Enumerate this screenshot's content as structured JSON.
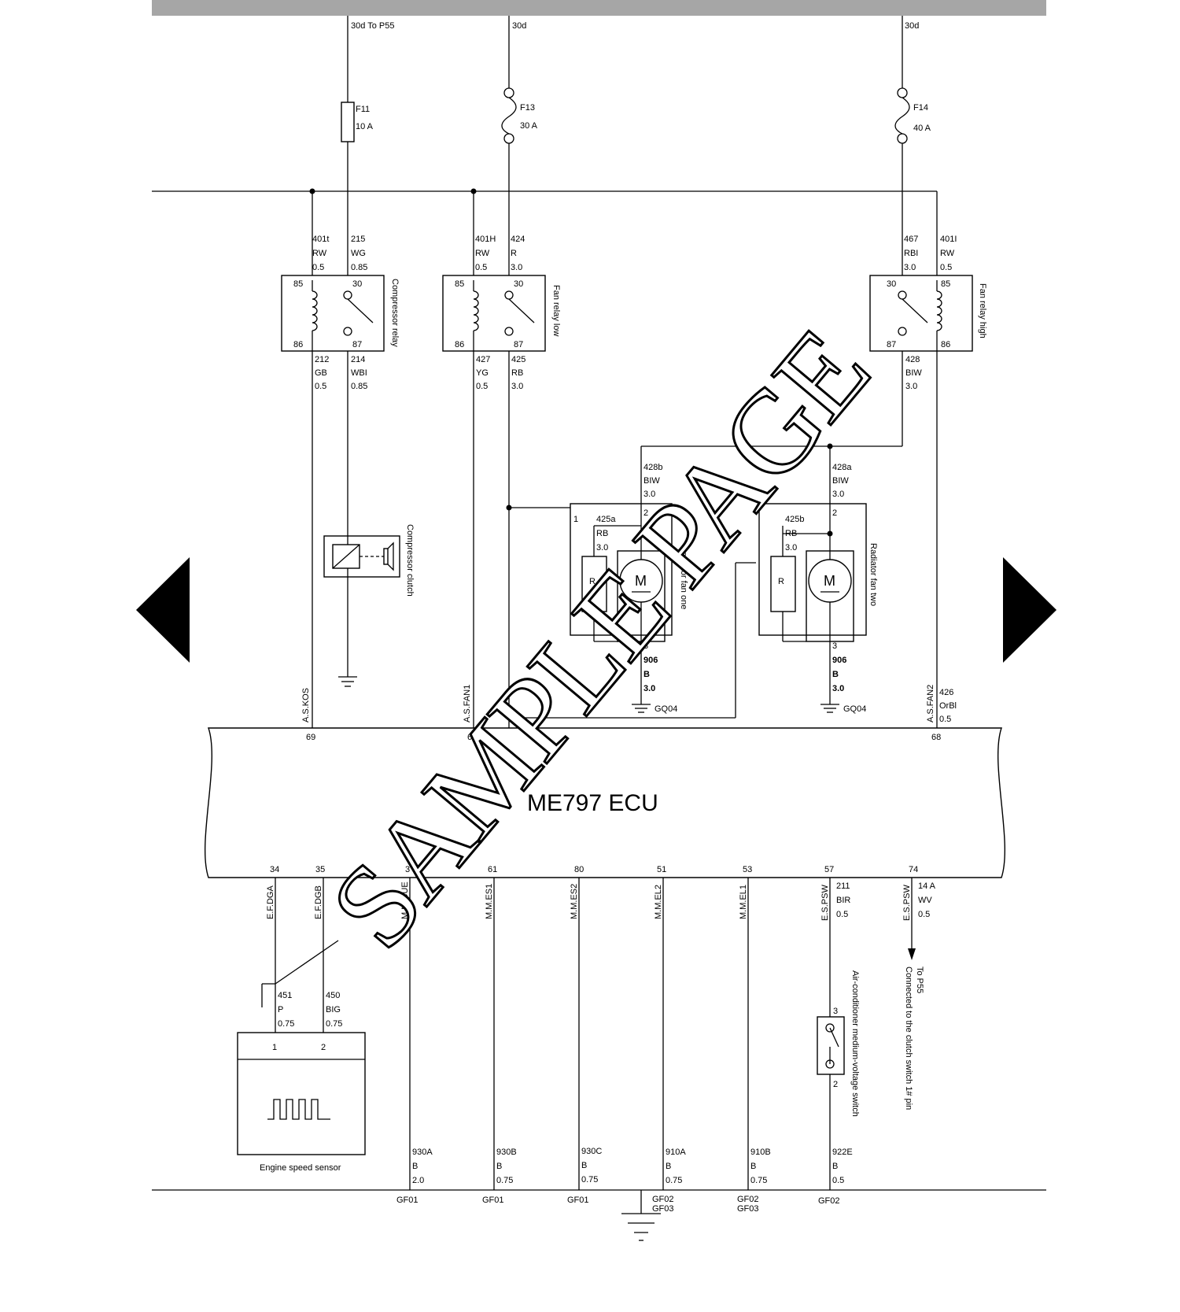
{
  "supply": {
    "feed_1": "30d To P55",
    "feed_2": "30d",
    "feed_3": "30d"
  },
  "fuses": [
    {
      "id": "F11",
      "rating": "10 A"
    },
    {
      "id": "F13",
      "rating": "30 A"
    },
    {
      "id": "F14",
      "rating": "40 A"
    }
  ],
  "relays": [
    {
      "name": "Compressor relay",
      "pin_a": "85",
      "pin_b": "30",
      "pin_c": "86",
      "pin_d": "87"
    },
    {
      "name": "Fan relay low",
      "pin_a": "85",
      "pin_b": "30",
      "pin_c": "86",
      "pin_d": "87"
    },
    {
      "name": "Fan relay high",
      "pin_a": "30",
      "pin_b": "85",
      "pin_c": "87",
      "pin_d": "86"
    }
  ],
  "wire_labels": {
    "w401t": [
      "401t",
      "RW",
      "0.5"
    ],
    "w215": [
      "215",
      "WG",
      "0.85"
    ],
    "w401h": [
      "401H",
      "RW",
      "0.5"
    ],
    "w424": [
      "424",
      "R",
      "3.0"
    ],
    "w467": [
      "467",
      "RBI",
      "3.0"
    ],
    "w401i": [
      "401I",
      "RW",
      "0.5"
    ],
    "w212": [
      "212",
      "GB",
      "0.5"
    ],
    "w214": [
      "214",
      "WBI",
      "0.85"
    ],
    "w427": [
      "427",
      "YG",
      "0.5"
    ],
    "w425": [
      "425",
      "RB",
      "3.0"
    ],
    "w428_high": [
      "428",
      "BIW",
      "3.0"
    ],
    "w428b": [
      "428b",
      "BIW",
      "3.0"
    ],
    "w428a": [
      "428a",
      "BIW",
      "3.0"
    ],
    "w425a": [
      "425a",
      "RB",
      "3.0"
    ],
    "w425b": [
      "425b",
      "RB",
      "3.0"
    ],
    "w906a": [
      "906",
      "B",
      "3.0"
    ],
    "w906b": [
      "906",
      "B",
      "3.0"
    ],
    "w426": [
      "426",
      "OrBl",
      "0.5"
    ],
    "w211": [
      "211",
      "BIR",
      "0.5"
    ],
    "w14a": [
      "14 A",
      "WV",
      "0.5"
    ],
    "w451": [
      "451",
      "P",
      "0.75"
    ],
    "w450": [
      "450",
      "BIG",
      "0.75"
    ],
    "w930a": [
      "930A",
      "B",
      "2.0"
    ],
    "w930b": [
      "930B",
      "B",
      "0.75"
    ],
    "w930c": [
      "930C",
      "B",
      "0.75"
    ],
    "w910a": [
      "910A",
      "B",
      "0.75"
    ],
    "w910b": [
      "910B",
      "B",
      "0.75"
    ],
    "w922e": [
      "922E",
      "B",
      "0.5"
    ]
  },
  "components": {
    "compressor_clutch": "Compressor clutch",
    "fan_one": "Radiator fan one",
    "fan_two": "Radiator fan two",
    "resistor": "R",
    "motor": "M",
    "pin_1": "1",
    "pin_2": "2",
    "pin_3": "3",
    "sensor": "Engine speed sensor",
    "sensor_pin_1": "1",
    "sensor_pin_2": "2",
    "switch": "Air-conditioner medium-voltage switch",
    "switch_pin_3": "3",
    "switch_pin_2": "2"
  },
  "ecu": {
    "title": "ME797 ECU",
    "top_pins": [
      {
        "pin": "69",
        "signal": "A.S.KOS"
      },
      {
        "pin": "67",
        "signal": "A.S.FAN1"
      },
      {
        "pin": "68",
        "signal": "A.S.FAN2"
      }
    ],
    "bottom_pins": [
      {
        "pin": "34",
        "signal": "E.F.DGA"
      },
      {
        "pin": "35",
        "signal": "E.F.DGB"
      },
      {
        "pin": "3",
        "signal": "M.M.CUE"
      },
      {
        "pin": "61",
        "signal": "M.M.ES1"
      },
      {
        "pin": "80",
        "signal": "M.M.ES2"
      },
      {
        "pin": "51",
        "signal": "M.M.EL2"
      },
      {
        "pin": "53",
        "signal": "M.M.EL1"
      },
      {
        "pin": "57",
        "signal": "E.S.PSW"
      },
      {
        "pin": "74",
        "signal": "E.S.PSW"
      }
    ]
  },
  "grounds": {
    "gq04_a": "GQ04",
    "gq04_b": "GQ04",
    "gf01_a": "GF01",
    "gf01_b": "GF01",
    "gf01_c": "GF01",
    "gf02_a": "GF02",
    "gf03_a": "GF03",
    "gf02_b": "GF02",
    "gf03_b": "GF03",
    "gf02_c": "GF02"
  },
  "to_p55": {
    "line_1": "To P55",
    "line_2": "Connected to the clutch switch 1# pin"
  },
  "watermark": "SAMPLE PAGE",
  "colors": {
    "line": "#000000",
    "header_bar": "#a6a6a6",
    "background": "#ffffff"
  }
}
